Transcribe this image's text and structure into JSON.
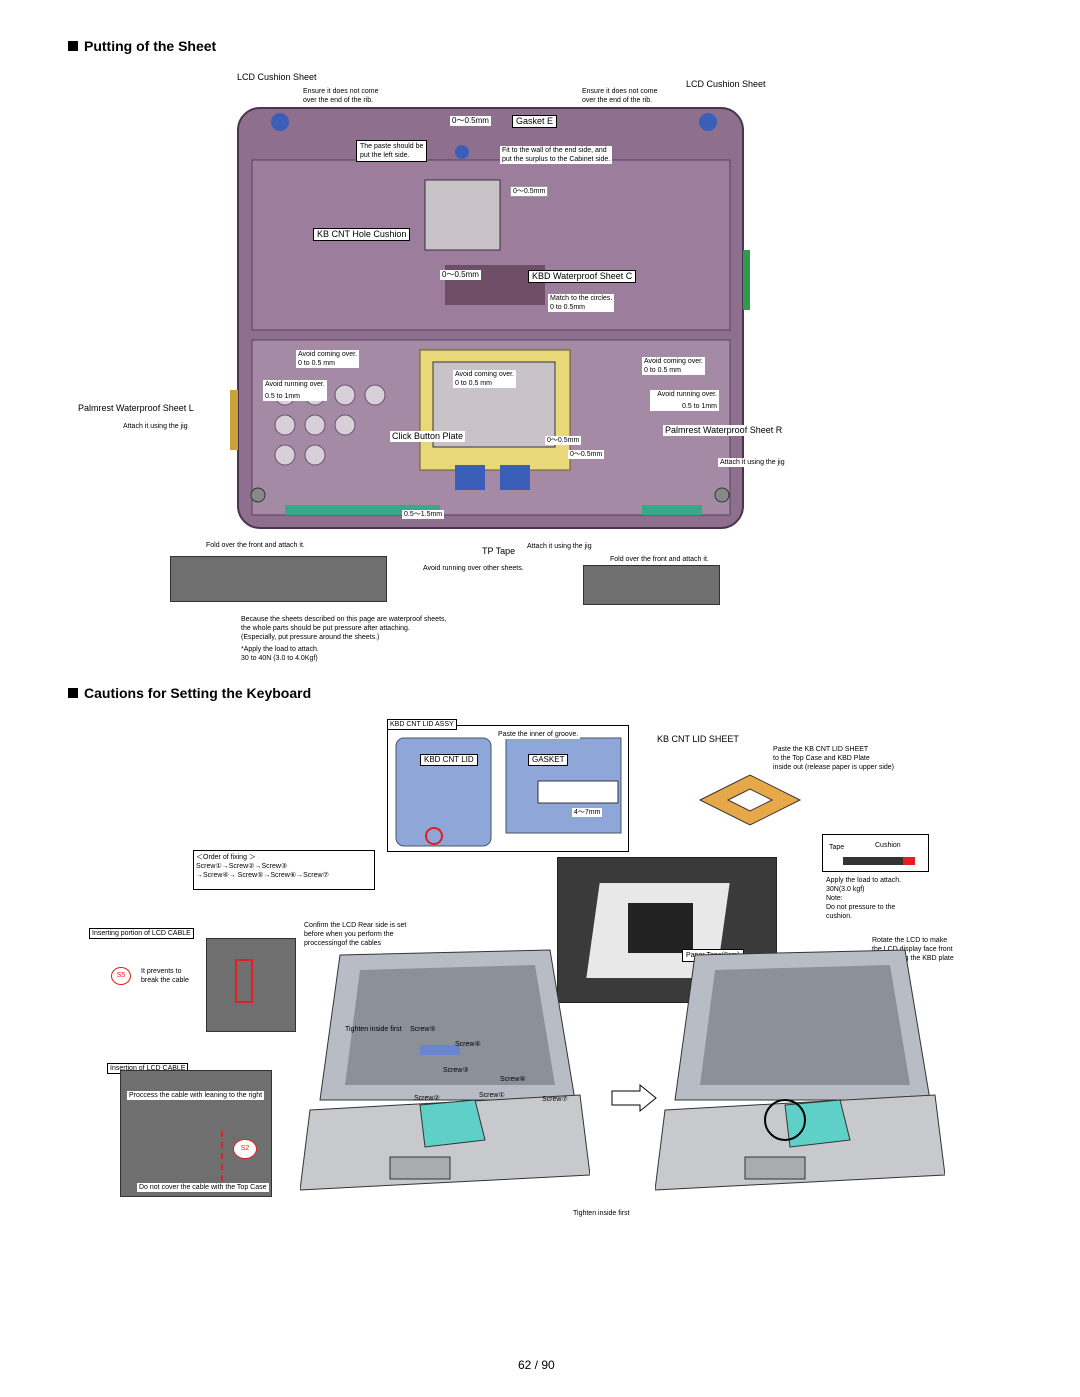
{
  "sections": {
    "sheet_title": "Putting of the Sheet",
    "keyboard_title": "Cautions for Setting the Keyboard"
  },
  "top": {
    "lcd_cushion_left": "LCD Cushion Sheet",
    "ensure_left": [
      "Ensure it does not come",
      "over the end of the rib."
    ],
    "ensure_right": [
      "Ensure it does not come",
      "over the end of the rib."
    ],
    "lcd_cushion_right": "LCD Cushion Sheet",
    "dim_gasket": "0〜0.5mm",
    "gasket_e": "Gasket E",
    "paste_left": [
      "The paste should be",
      "put the left side."
    ],
    "fit_wall": [
      "Fit to the wall of the end side, and",
      "put the surplus to the Cabinet side."
    ],
    "dim_mid": "0〜0.5mm",
    "kb_hole": "KB CNT Hole Cushion",
    "dim_kbd": "0〜0.5mm",
    "kbd_sheet_c": "KBD Waterproof Sheet C",
    "match_circles": [
      "Match to the circles.",
      "0 to 0.5mm"
    ],
    "avoid_left": [
      "Avoid coming over.",
      "0 to 0.5 mm"
    ],
    "avoid_center": [
      "Avoid coming over.",
      "0 to 0.5 mm"
    ],
    "avoid_right": [
      "Avoid coming over.",
      "0 to 0.5 mm"
    ],
    "avoid_running_left": [
      "Avoid running over.",
      "0.5 to 1mm"
    ],
    "avoid_running_right": [
      "Avoid running over.",
      "0.5 to 1mm"
    ],
    "palmrest_l": "Palmrest Waterproof Sheet L",
    "jig_left": "Attach it using the jig",
    "click_button": "Click Button Plate",
    "dim_click1": "0〜0.5mm",
    "dim_click2": "0〜0.5mm",
    "palmrest_r": "Palmrest Waterproof Sheet R",
    "jig_right": "Attach it using the jig",
    "dim_bottom": "0.5〜1.5mm",
    "fold_left": "Fold over the front and attach it.",
    "tp_tape": "TP Tape",
    "attach_jig": "Attach it using the jig",
    "fold_right": "Fold over the front and attach it.",
    "avoid_other": "Avoid running over other sheets.",
    "note": [
      "Because the sheets described on this page are waterproof sheets,",
      "the whole parts should be put pressure after attaching.",
      "(Especially, put pressure around the sheets.)",
      "*Apply the load to attach.",
      "30 to 40N (3.0 to 4.0Kgf)"
    ]
  },
  "bottom": {
    "kbd_lid_assy": "KBD CNT LID ASSY",
    "paste_groove": "Paste the inner of groove.",
    "kbd_cnt_lid": "KBD CNT LID",
    "gasket": "GASKET",
    "dim_4_7": "4〜7mm",
    "kb_lid_sheet": "KB CNT LID SHEET",
    "kb_lid_desc": [
      "Paste the KB CNT LID SHEET",
      "to the Top Case and KBD Plate",
      "inside out (release paper is upper side)"
    ],
    "order_title": "＜Order of fixing ＞",
    "order_line1": "Screw①→Screw②→Screw③",
    "order_line2": "→Screw④→ Screw⑤→Screw⑥→Screw⑦",
    "tape": "Tape",
    "cushion": "Cushion",
    "apply_load": [
      "Apply the load to attach.",
      "30N(3.0 kgf)",
      "Note:",
      "Do not pressure to the",
      "cushion."
    ],
    "inserting_lcd": "Inserting portion of LCD CABLE",
    "confirm_lcd": [
      "Confirm the LCD Rear side is set",
      "before when you perform the",
      "proccessingof the cables"
    ],
    "s5": "S5",
    "prevents": [
      "It prevents to",
      "break the cable"
    ],
    "paper_tape": "Paper Tape(8cm)",
    "rotate_lcd": [
      "Rotate the LCD to make",
      "the LCD display face front",
      "after setting the KBD plate"
    ],
    "tighten_first": "Tighten inside first",
    "screw5": "Screw⑤",
    "screw4": "Screw④",
    "screw3": "Screw③",
    "screw6": "Screw⑥",
    "screw2": "Screw②",
    "screw1": "Screw①",
    "screw7": "Screw⑦",
    "insertion_lcd": "Insertion of LCD CABLE",
    "process_cable": "Proccess the cable with leaning to the right",
    "s2": "S2",
    "do_not_cover": "Do not cover the cable with the Top Case",
    "tighten_bottom": "Tighten inside first"
  },
  "footer": {
    "page": "62 / 90"
  },
  "colors": {
    "chassis": "#8e6f8e",
    "tp_yellow": "#e8d87a",
    "blue_knob": "#3b5fb8",
    "lid_blue": "#8fa6d8",
    "teal": "#5fd0c8",
    "red": "#e02020"
  }
}
